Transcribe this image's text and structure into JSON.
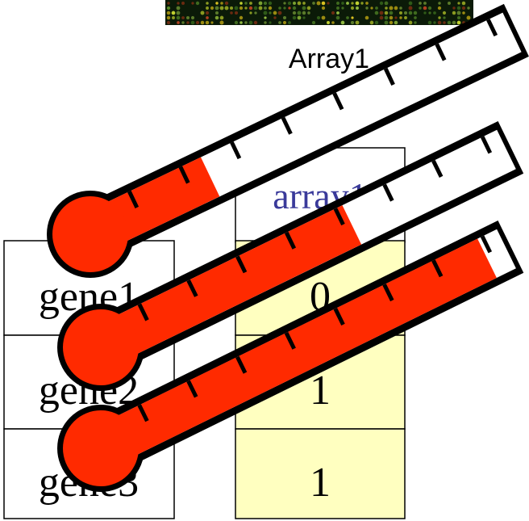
{
  "microarray": {
    "label": "Array1",
    "spots": [
      {
        "color": "#5a7a2a",
        "glow": "#8fb840"
      },
      {
        "color": "#3f6a1e",
        "glow": "#7aa030"
      },
      {
        "color": "#8a9a20",
        "glow": "#c0d030"
      },
      {
        "color": "#6b2a10",
        "glow": "#b04020"
      },
      {
        "color": "#2f5a18",
        "glow": "#5a8a28"
      },
      {
        "color": "#9a8a10",
        "glow": "#d8c020"
      }
    ]
  },
  "table": {
    "column_header": "array1",
    "rows": [
      {
        "gene": "gene1",
        "value": "0"
      },
      {
        "gene": "gene2",
        "value": "1"
      },
      {
        "gene": "gene3",
        "value": "1"
      }
    ]
  },
  "thermometers": [
    {
      "level": 0.25
    },
    {
      "level": 0.6
    },
    {
      "level": 0.95
    }
  ],
  "colors": {
    "mercury": "#ff2a00",
    "outline": "#000000",
    "cell_fill": "#ffffc0",
    "header_text": "#3a3a9a",
    "tube_fill": "#ffffff"
  }
}
